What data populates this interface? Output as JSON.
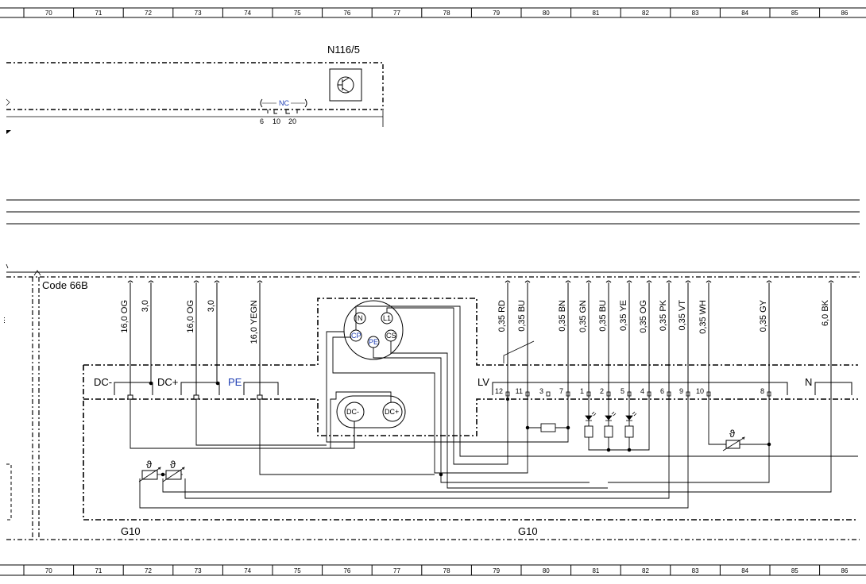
{
  "ruler": [
    "70",
    "71",
    "72",
    "73",
    "74",
    "75",
    "76",
    "77",
    "78",
    "79",
    "80",
    "81",
    "82",
    "83",
    "84",
    "85",
    "86"
  ],
  "top_component": {
    "label": "N116/5",
    "nc_label": "NC",
    "pins": [
      "6",
      "10",
      "20"
    ]
  },
  "code_label": "Code 66B",
  "wires_left": [
    "16,0 OG",
    "3,0",
    "16,0 OG",
    "3,0",
    "16,0 YEGN"
  ],
  "wires_right": [
    "0,35 RD",
    "0,35 BU",
    "0,35 BN",
    "0,35 GN",
    "0,35 BU",
    "0,35 YE",
    "0,35 OG",
    "0,35 PK",
    "0,35 VT",
    "0,35 WH",
    "0,35 GY",
    "6,0 BK"
  ],
  "terminals": {
    "dc_minus": "DC-",
    "dc_plus": "DC+",
    "pe": "PE",
    "lv": "LV",
    "n": "N"
  },
  "socket_pins": [
    "N",
    "L1",
    "CP",
    "PE",
    "CS"
  ],
  "dc_socket_pins": [
    "DC-",
    "DC+"
  ],
  "lv_pins": [
    "12",
    "11",
    "3",
    "7",
    "1",
    "2",
    "5",
    "4",
    "6",
    "9",
    "10",
    "8"
  ],
  "sensor_symbol": "ϑ",
  "component_labels": [
    "G10",
    "G10"
  ],
  "colors": {
    "line": "#000000",
    "accent": "#1f3fb4",
    "background": "#ffffff"
  }
}
